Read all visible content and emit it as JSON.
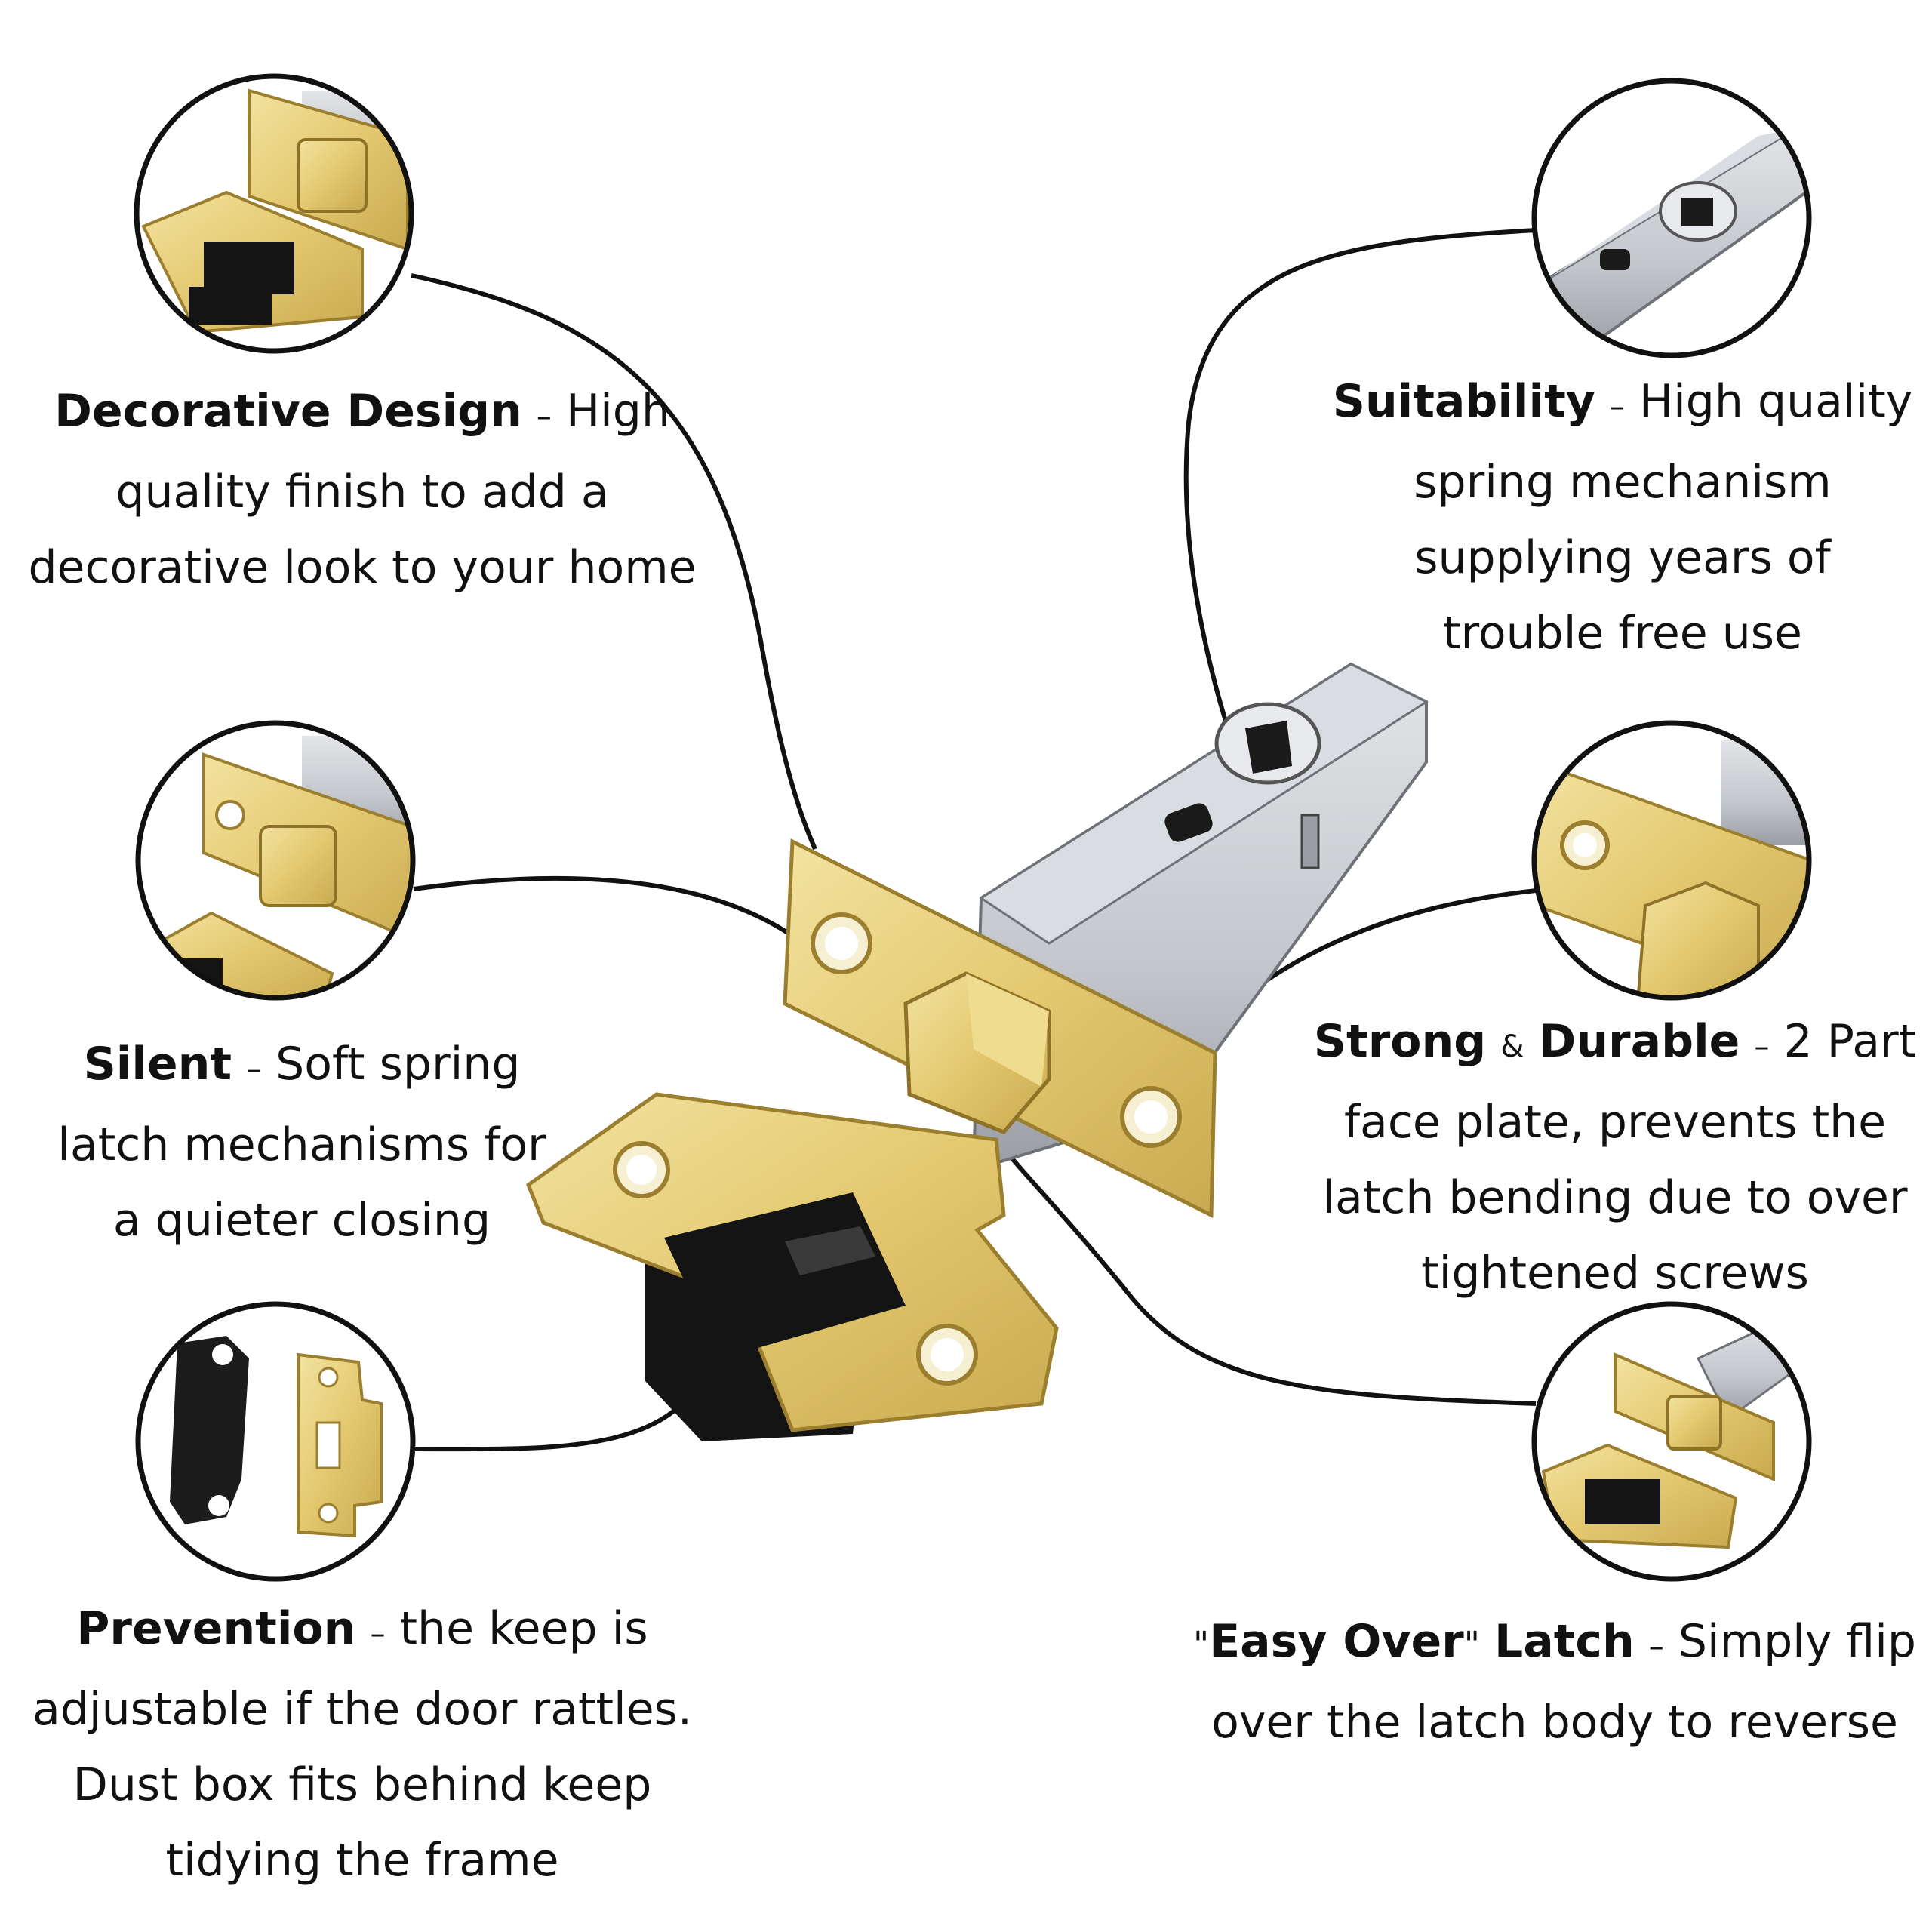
{
  "features": {
    "decorative": {
      "title": "Decorative Design",
      "separator": "–",
      "lead": "High",
      "lines": [
        "quality finish to add a",
        "decorative look to your home"
      ]
    },
    "suitability": {
      "title": "Suitability",
      "separator": "–",
      "lead": "High quality",
      "lines": [
        "spring mechanism",
        "supplying years of",
        "trouble free use"
      ]
    },
    "silent": {
      "title": "Silent",
      "separator": "–",
      "lead": "Soft spring",
      "lines": [
        "latch mechanisms for",
        "a quieter closing"
      ]
    },
    "strong": {
      "title_part1": "Strong",
      "ampersand": "&",
      "title_part2": "Durable",
      "separator": "–",
      "lead": "2 Part",
      "lines": [
        "face plate, prevents the",
        "latch bending due to over",
        "tightened screws"
      ]
    },
    "prevention": {
      "title": "Prevention",
      "separator": "–",
      "lead": "the keep is",
      "lines": [
        "adjustable if the door rattles.",
        "Dust box fits behind keep",
        "tidying the frame"
      ]
    },
    "easyover": {
      "quote_open": "\"",
      "title_part1": "Easy Over",
      "quote_close": "\"",
      "title_part2": "Latch",
      "separator": "–",
      "lead": "Simply flip",
      "lines": [
        "over the latch body to reverse"
      ]
    }
  },
  "colors": {
    "brass": "#e6cf7c",
    "brass_dark": "#b89a3e",
    "steel": "#c9ccd1",
    "steel_dark": "#8d9196",
    "black": "#141414",
    "outline": "#111111"
  },
  "icons": [
    "tubular-latch-illustration",
    "strike-plate-illustration",
    "dust-box-illustration"
  ]
}
